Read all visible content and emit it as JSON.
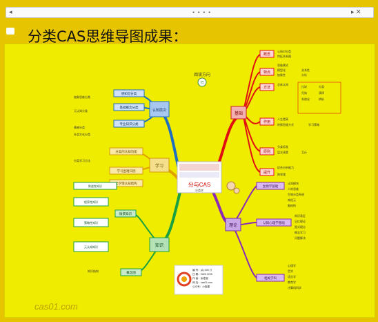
{
  "window": {
    "controls_left": "◂",
    "controls_right": "▸ ✕",
    "drag_dots": "• • • •"
  },
  "title": "分类CAS思维导图成果：",
  "watermark": "cas01.com",
  "center": {
    "main": "分与CAS",
    "sub": "分类学"
  },
  "top_node": {
    "label": "阅读方向",
    "value": "扫"
  },
  "right_top": {
    "label": "基础",
    "groups": [
      {
        "name": "概念",
        "items": [
          "认知对分类",
          "特征关系图"
        ]
      },
      {
        "name": "特点",
        "items": [
          "思维模式",
          "模型化",
          "关系性",
          "抽象性",
          "分析"
        ]
      },
      {
        "name": "方法",
        "items": [
          "总体认知",
          "比较",
          "分类",
          "归纳",
          "演绎",
          "系统化",
          "辨析"
        ]
      },
      {
        "name": "作用",
        "items": [
          "人生提高",
          "转换思维方式",
          "学习策略"
        ]
      },
      {
        "name": "原则",
        "items": [
          "分类标准",
          "层次清楚",
          "互斥"
        ]
      },
      {
        "name": "提升",
        "items": [
          "综合分析能力",
          "跨领域"
        ]
      }
    ]
  },
  "right_bottom": {
    "label": "理论",
    "groups": [
      {
        "name": "生物学基础",
        "items": [
          "认知模块",
          "人的思维",
          "生物分类系统",
          "神经元",
          "脑结构"
        ]
      },
      {
        "name": "认知心理学基础",
        "items": [
          "知识表征",
          "记忆理论",
          "图式理论",
          "概念学习",
          "问题解决"
        ]
      },
      {
        "name": "相关学科",
        "items": [
          "心理学",
          "哲学",
          "语言学",
          "教育学",
          "计算机科学"
        ]
      }
    ]
  },
  "left_top": {
    "label": "认知层次",
    "items": [
      "感知觉分类",
      "基础概念分类",
      "专业知识分类",
      "抽象思维分类",
      "元认知分类",
      "情感分类",
      "社会文化分类"
    ]
  },
  "left_mid": {
    "label": "学习",
    "items": [
      "分类的认知功能",
      "学习困难归因",
      "全学情认知结构",
      "分类学习方法"
    ]
  },
  "left_bottom": {
    "label": "知识",
    "items": [
      "陈述性知识",
      "程序性知识",
      "策略性知识",
      "元认知知识",
      "情景知识",
      "概念图",
      "知识结构"
    ]
  },
  "stamp": {
    "lines": [
      "编 号：(A) 005 订",
      "日 期：2020 1225",
      "作 者：余姓楷",
      "网 址：cas01.com",
      "公众号：小楷课"
    ]
  }
}
